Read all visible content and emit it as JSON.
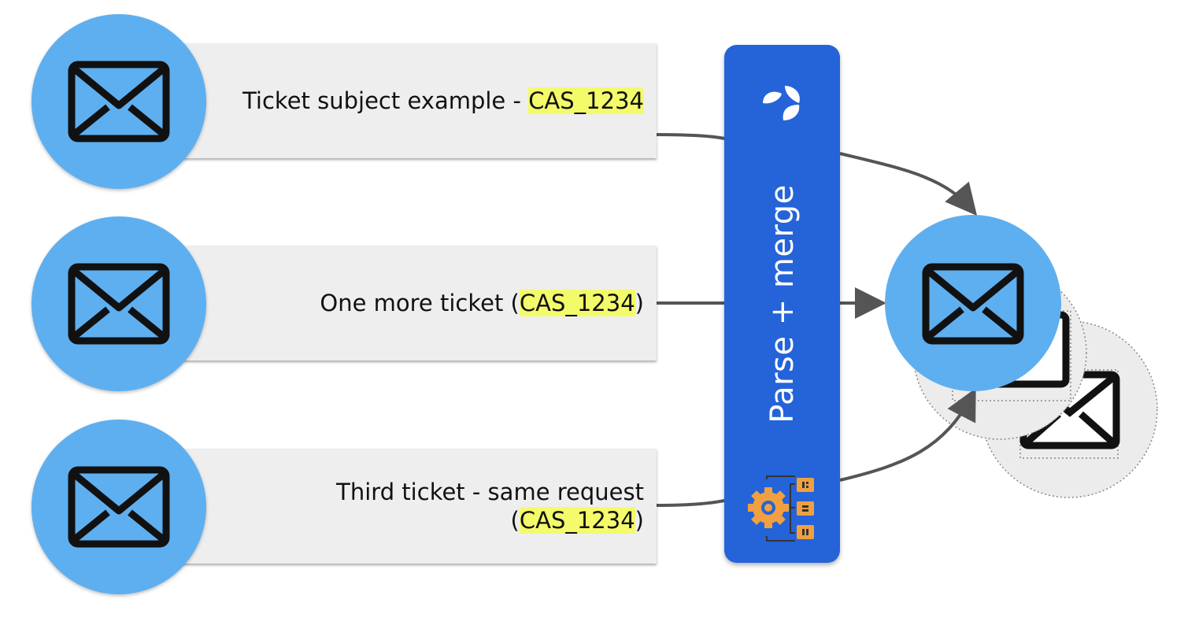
{
  "tickets": [
    {
      "subject_prefix": "Ticket subject example - ",
      "subject_line2_prefix": "",
      "ticket_id": "CAS_1234",
      "suffix": ""
    },
    {
      "subject_prefix": "One more ticket (",
      "subject_line2_prefix": "",
      "ticket_id": "CAS_1234",
      "suffix": ")"
    },
    {
      "subject_prefix": "Third ticket - same request",
      "subject_line2_prefix": "(",
      "ticket_id": "CAS_1234",
      "suffix": ")"
    }
  ],
  "engine": {
    "label": "Parse + merge"
  },
  "colors": {
    "circle": "#5eaff0",
    "engine": "#2563d9",
    "highlight": "#f3fb6b",
    "card": "#eeeeee",
    "connector": "#555555",
    "gear": "#f0a040"
  },
  "icons": [
    "mail-icon",
    "leaf-logo-icon",
    "gear-icon"
  ]
}
